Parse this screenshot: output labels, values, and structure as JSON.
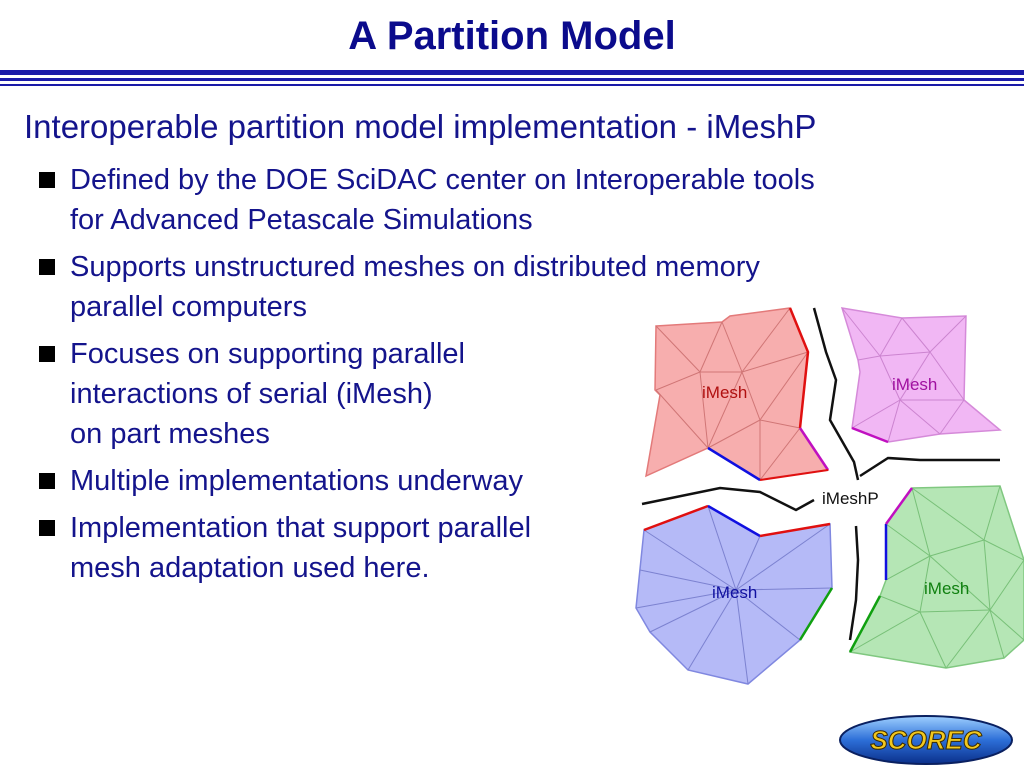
{
  "slide": {
    "title": "A Partition Model",
    "subtitle": "Interoperable partition model implementation - iMeshP",
    "bullets": [
      {
        "lines": [
          "Defined by the DOE SciDAC center on Interoperable tools",
          "for Advanced Petascale Simulations"
        ]
      },
      {
        "lines": [
          "Supports unstructured meshes on distributed memory",
          "parallel computers"
        ]
      },
      {
        "lines": [
          "Focuses on supporting parallel",
          "interactions of serial (iMesh)",
          "on part meshes"
        ]
      },
      {
        "lines": [
          "Multiple implementations underway"
        ]
      },
      {
        "lines": [
          "Implementation that support parallel",
          "mesh adaptation used here."
        ]
      }
    ]
  },
  "diagram": {
    "parts": [
      {
        "label": "iMesh",
        "color": "#f6a0a0"
      },
      {
        "label": "iMesh",
        "color": "#eeaaf2"
      },
      {
        "label": "iMesh",
        "color": "#a8aef6"
      },
      {
        "label": "iMesh",
        "color": "#a8e2a8"
      }
    ],
    "center_label": "iMeshP",
    "boundary_colors": {
      "red": "#e01010",
      "blue": "#1010e0",
      "magenta": "#c010c0",
      "green": "#10a010"
    }
  },
  "logo": {
    "text": "SCOREC"
  }
}
